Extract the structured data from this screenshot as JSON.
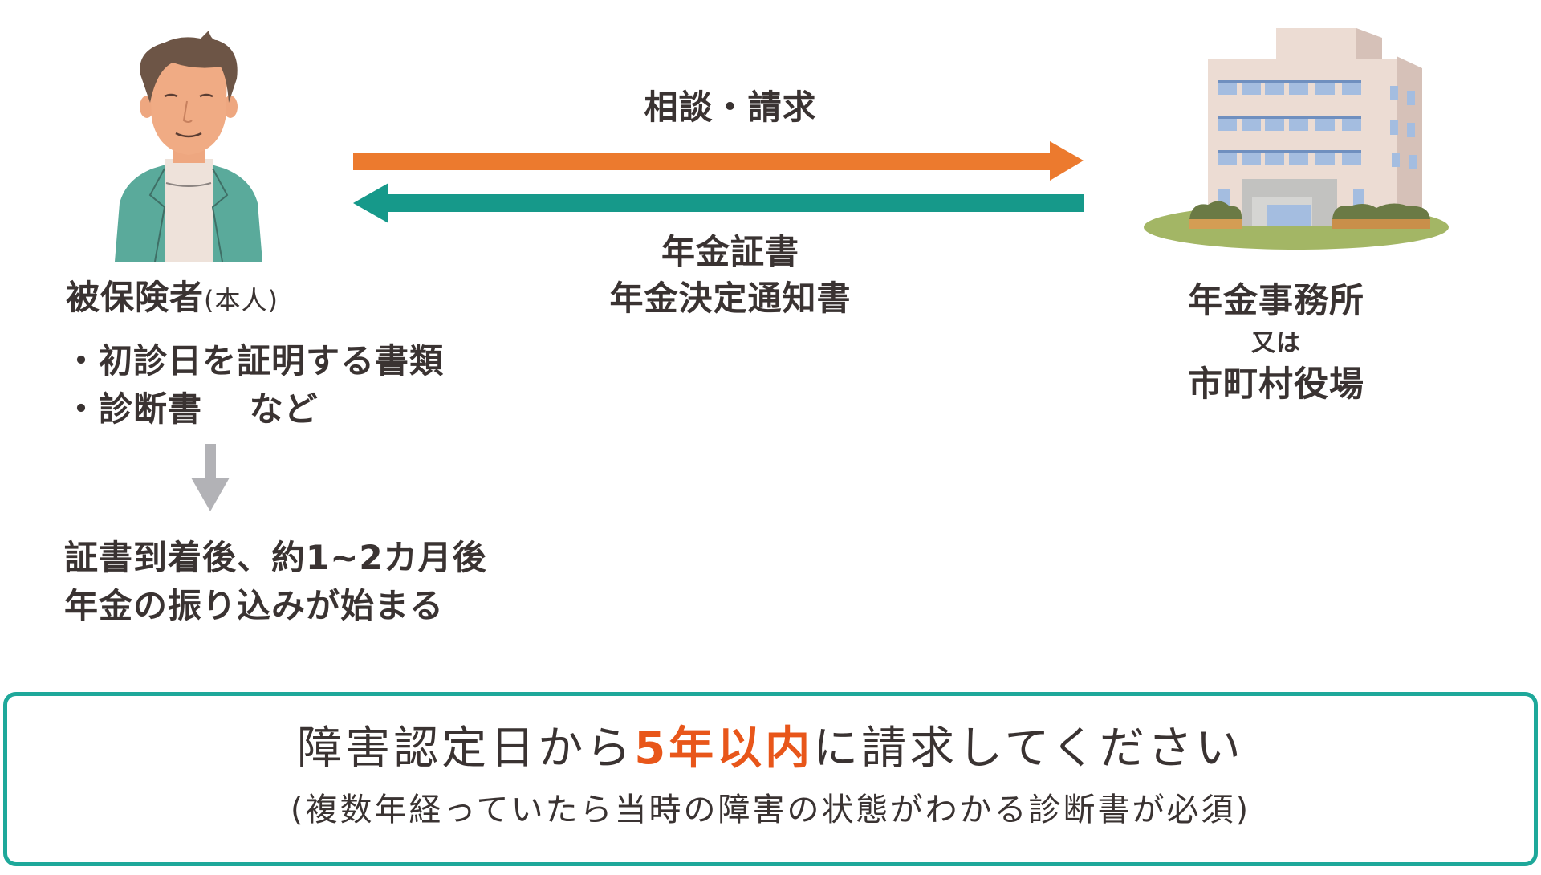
{
  "flow": {
    "top_label": "相談・請求",
    "bottom_label_lines": [
      "年金証書",
      "年金決定通知書"
    ],
    "arrow_colors": {
      "request": "#ec7a2e",
      "return": "#16998a",
      "down": "#b2b2b6"
    }
  },
  "insured": {
    "title": "被保険者",
    "title_paren": "(本人)",
    "documents": [
      "・初診日を証明する書類",
      "・診断書　 など"
    ],
    "after_lines": [
      "証書到着後、約1~2カ月後",
      "年金の振り込みが始まる"
    ]
  },
  "office": {
    "line1": "年金事務所",
    "connector": "又は",
    "line2": "市町村役場"
  },
  "notice": {
    "main_before": "障害認定日から",
    "main_highlight": "5年以内",
    "main_after": "に請求してください",
    "sub": "(複数年経っていたら当時の障害の状態がわかる診断書が必須)",
    "border_color": "#1ea89a",
    "highlight_color": "#e8561a"
  }
}
